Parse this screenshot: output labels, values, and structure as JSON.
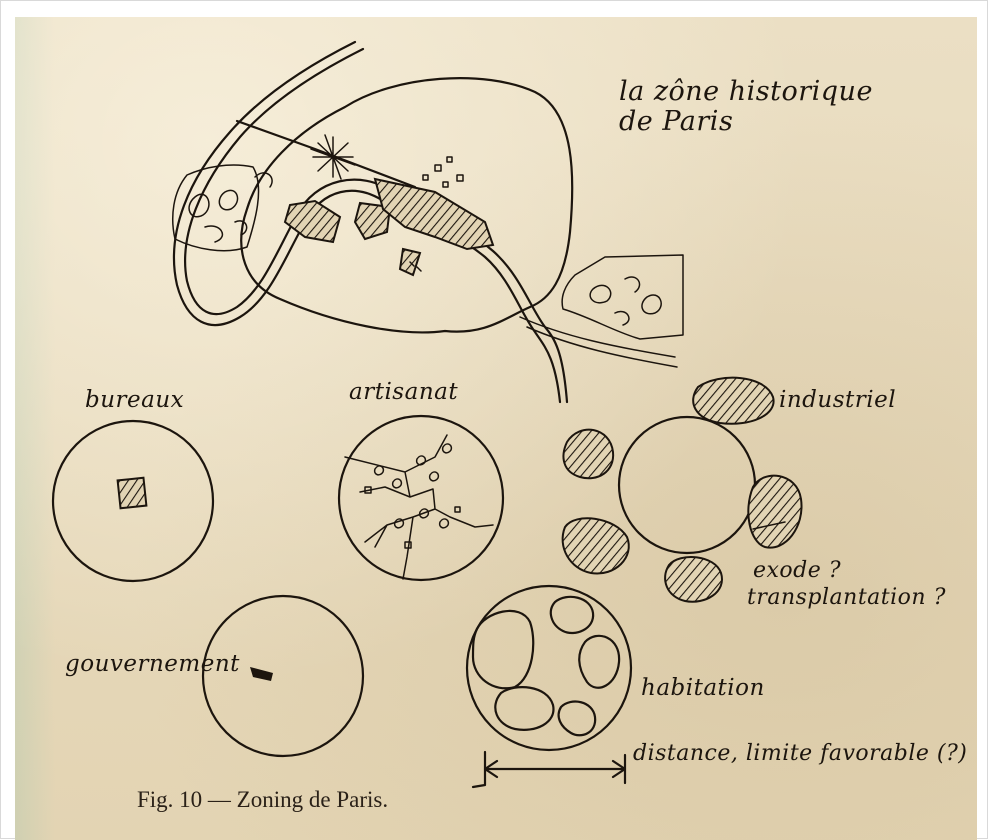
{
  "annotations": {
    "historic_zone": [
      "la zône historique",
      "de Paris"
    ],
    "bureaux": "bureaux",
    "artisanat": "artisanat",
    "industriel": "industriel",
    "gouvernement": "gouvernement",
    "habitation": "habitation",
    "exode": [
      "exode ?",
      "transplantation ?"
    ],
    "distance": "distance, limite favorable (?)"
  },
  "caption": "Fig. 10  — Zoning de Paris.",
  "colors": {
    "paper": "#e8dcc0",
    "ink": "#1c150e"
  }
}
